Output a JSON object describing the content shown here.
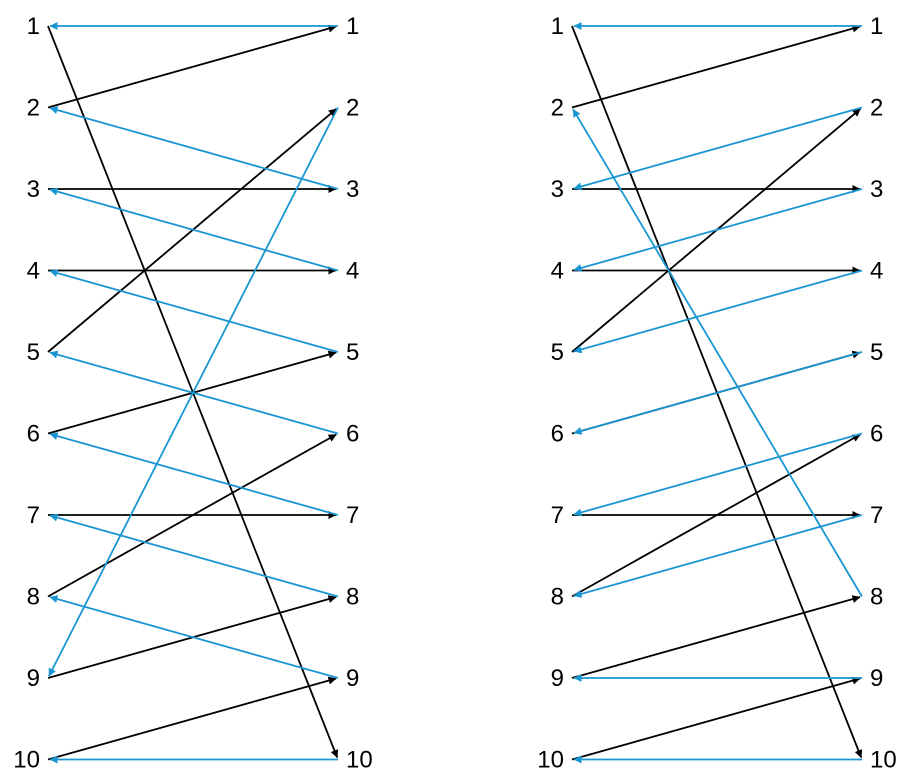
{
  "colors": {
    "forward": "#000000",
    "backward": "#1a96d2"
  },
  "panels": [
    {
      "id": "left",
      "left_labels": [
        "1",
        "2",
        "3",
        "4",
        "5",
        "6",
        "7",
        "8",
        "9",
        "10"
      ],
      "right_labels": [
        "1",
        "2",
        "3",
        "4",
        "5",
        "6",
        "7",
        "8",
        "9",
        "10"
      ],
      "forward_edges": [
        [
          1,
          10
        ],
        [
          2,
          1
        ],
        [
          3,
          3
        ],
        [
          4,
          4
        ],
        [
          5,
          2
        ],
        [
          6,
          5
        ],
        [
          7,
          7
        ],
        [
          8,
          6
        ],
        [
          9,
          8
        ],
        [
          10,
          9
        ]
      ],
      "backward_edges": [
        [
          1,
          1
        ],
        [
          2,
          9
        ],
        [
          3,
          2
        ],
        [
          4,
          3
        ],
        [
          5,
          4
        ],
        [
          6,
          5
        ],
        [
          7,
          6
        ],
        [
          8,
          7
        ],
        [
          9,
          8
        ],
        [
          10,
          10
        ]
      ]
    },
    {
      "id": "right",
      "left_labels": [
        "1",
        "2",
        "3",
        "4",
        "5",
        "6",
        "7",
        "8",
        "9",
        "10"
      ],
      "right_labels": [
        "1",
        "2",
        "3",
        "4",
        "5",
        "6",
        "7",
        "8",
        "9",
        "10"
      ],
      "forward_edges": [
        [
          1,
          10
        ],
        [
          2,
          1
        ],
        [
          3,
          3
        ],
        [
          4,
          4
        ],
        [
          5,
          2
        ],
        [
          6,
          5
        ],
        [
          7,
          7
        ],
        [
          8,
          6
        ],
        [
          9,
          8
        ],
        [
          10,
          9
        ]
      ],
      "backward_edges": [
        [
          1,
          1
        ],
        [
          2,
          3
        ],
        [
          3,
          4
        ],
        [
          4,
          5
        ],
        [
          5,
          6
        ],
        [
          6,
          7
        ],
        [
          7,
          8
        ],
        [
          8,
          2
        ],
        [
          9,
          9
        ],
        [
          10,
          10
        ]
      ]
    }
  ]
}
